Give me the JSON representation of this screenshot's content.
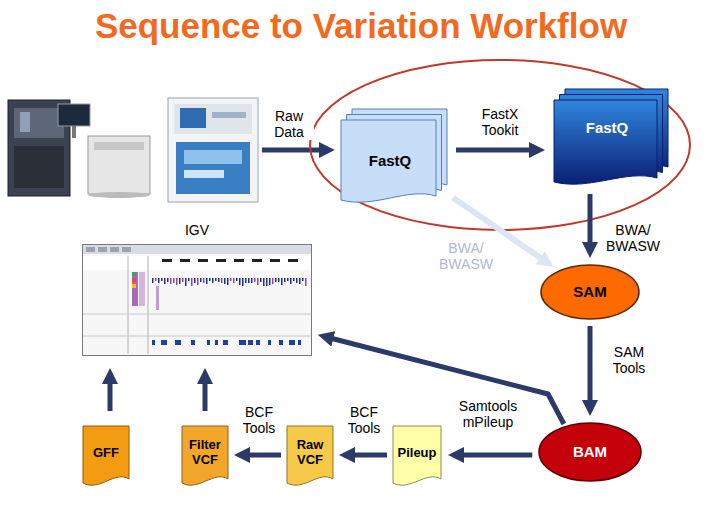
{
  "diagram": {
    "title": "Sequence to Variation Workflow",
    "nodes": [
      {
        "text": [
          "FastQ"
        ]
      },
      {
        "text": [
          "FastQ"
        ]
      },
      {
        "text": [
          "IGV"
        ]
      },
      {
        "text": [
          "SAM"
        ]
      },
      {
        "text": [
          "BAM"
        ]
      },
      {
        "text": [
          "Pileup"
        ]
      },
      {
        "text": [
          "Raw VCF"
        ]
      },
      {
        "text": [
          "Filter VCF"
        ]
      },
      {
        "text": [
          "GFF"
        ]
      }
    ],
    "edges": [
      {
        "from": 0,
        "to": 1,
        "arrow": "to",
        "label": "FastX Tookit"
      },
      {
        "from": 0,
        "to": 3,
        "arrow": "to",
        "label": "BWA/ BWASW"
      },
      {
        "from": 1,
        "to": 3,
        "arrow": "to",
        "label": "BWA/ BWASW"
      },
      {
        "from": 3,
        "to": 4,
        "arrow": "to",
        "label": "SAM Tools"
      },
      {
        "from": 4,
        "to": 5,
        "arrow": "to",
        "label": "Samtools mPileup"
      },
      {
        "from": 5,
        "to": 6,
        "arrow": "to",
        "label": "BCF Tools"
      },
      {
        "from": 6,
        "to": 7,
        "arrow": "to",
        "label": "BCF Tools"
      },
      {
        "from": 4,
        "to": 2,
        "arrow": "to"
      },
      {
        "from": 8,
        "to": 2,
        "arrow": "to"
      },
      {
        "from": 7,
        "to": 2,
        "arrow": "to"
      }
    ],
    "labels": [
      "Raw Data"
    ]
  }
}
